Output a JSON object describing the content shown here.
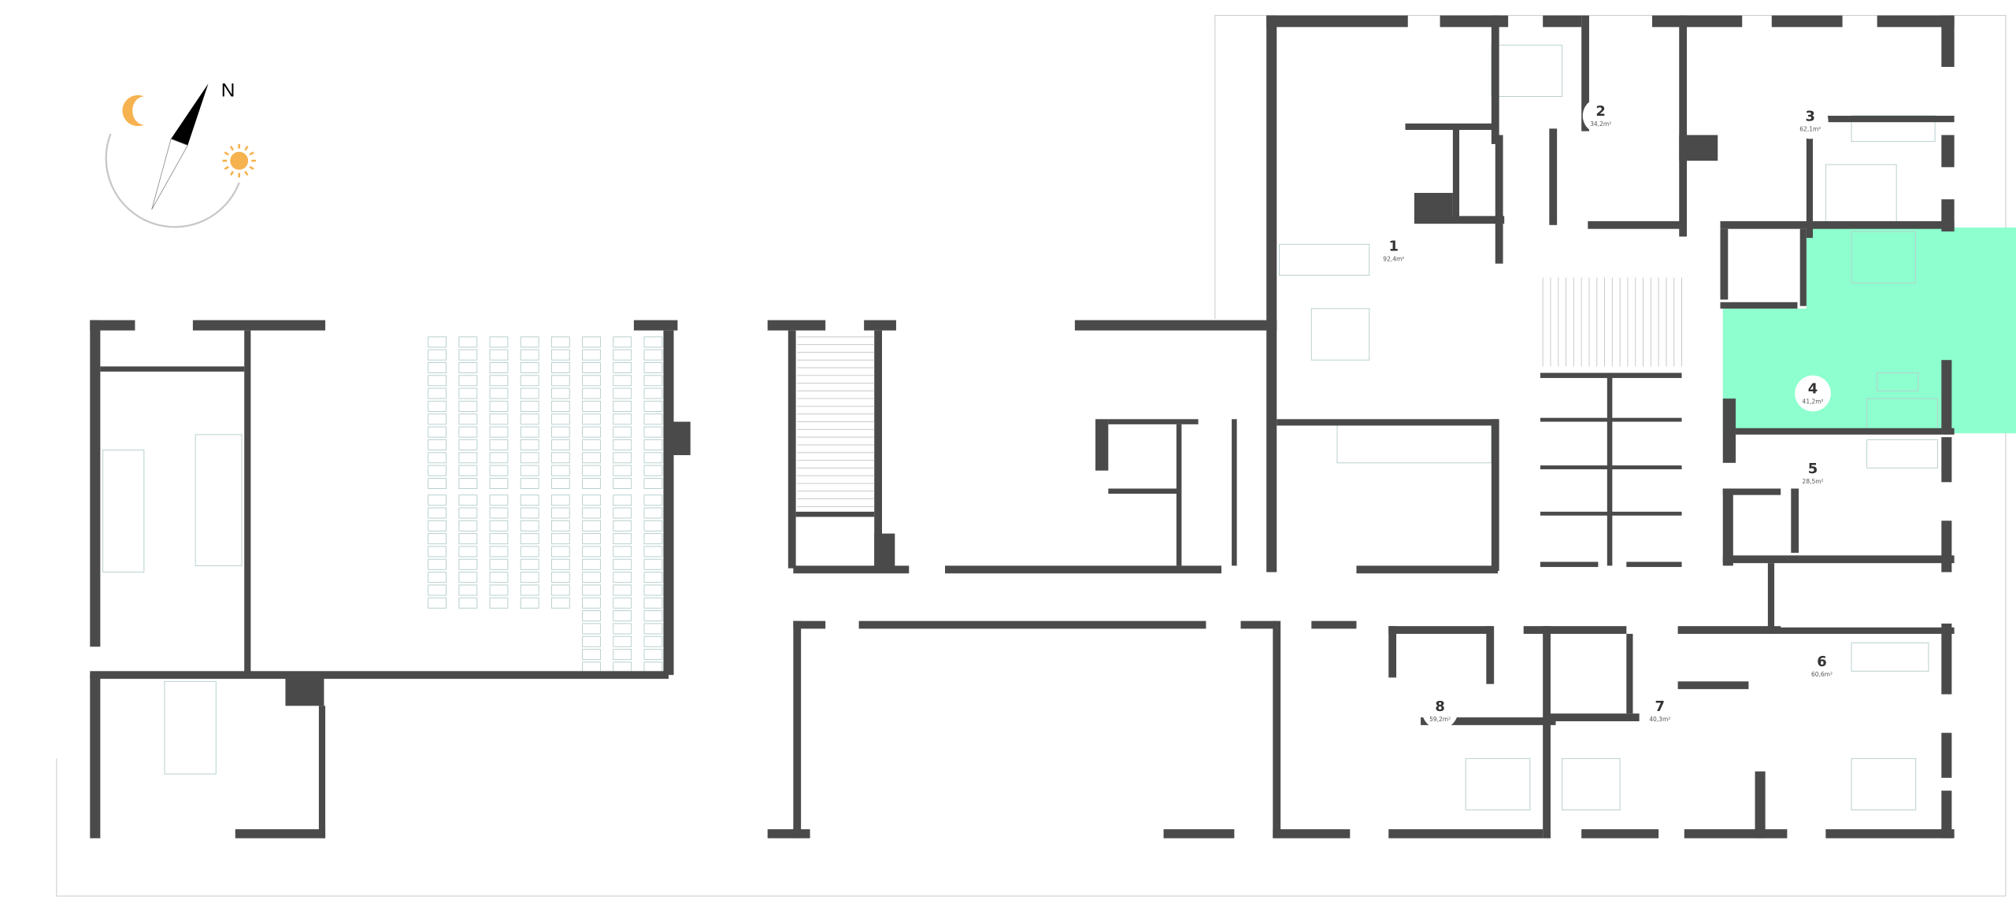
{
  "compass": {
    "north_label": "N",
    "moon_color": "#f5b24f",
    "sun_color": "#f5b24f"
  },
  "highlight_color": "#8effce",
  "wall_color": "#4a4a4a",
  "apartments": [
    {
      "number": "1",
      "area": "92,4m²"
    },
    {
      "number": "2",
      "area": "34,2m²"
    },
    {
      "number": "3",
      "area": "62,1m²"
    },
    {
      "number": "4",
      "area": "41,2m²",
      "selected": true
    },
    {
      "number": "5",
      "area": "28,5m²"
    },
    {
      "number": "6",
      "area": "60,6m²"
    },
    {
      "number": "7",
      "area": "40,3m²"
    },
    {
      "number": "8",
      "area": "59,2m²"
    }
  ]
}
